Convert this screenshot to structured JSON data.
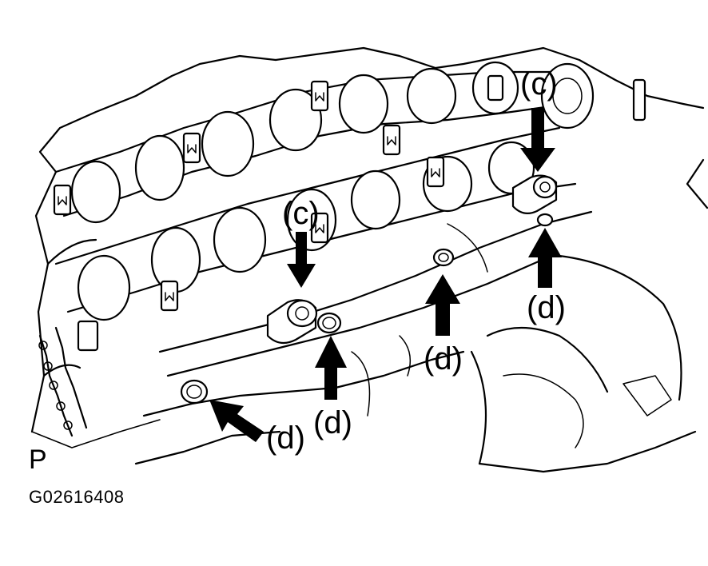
{
  "labels": {
    "c": "(c)",
    "d": "(d)"
  },
  "footer": {
    "view_letter": "P",
    "figure_id": "G02616408"
  },
  "colors": {
    "ink": "#000000",
    "paper": "#ffffff"
  }
}
